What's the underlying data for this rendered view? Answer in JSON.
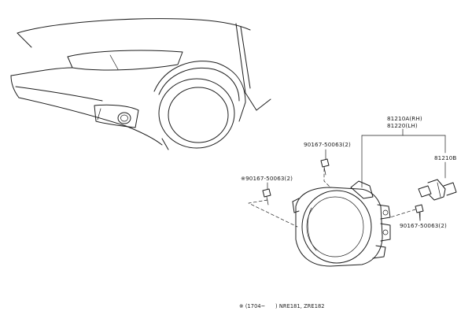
{
  "labels": {
    "part_bulb_socket_set": "81210A(RH)",
    "part_bulb_socket_set_lh": "81220(LH)",
    "part_bulb": "81210B",
    "screw_top": "90167-50063(2)",
    "screw_left": "※90167-50063(2)",
    "screw_right": "90167-50063(2)",
    "footnote_left": "※ (1704~",
    "footnote_right": ") NRE181, ZRE182"
  },
  "colors": {
    "line": "#1e1e1e",
    "background": "#ffffff"
  }
}
